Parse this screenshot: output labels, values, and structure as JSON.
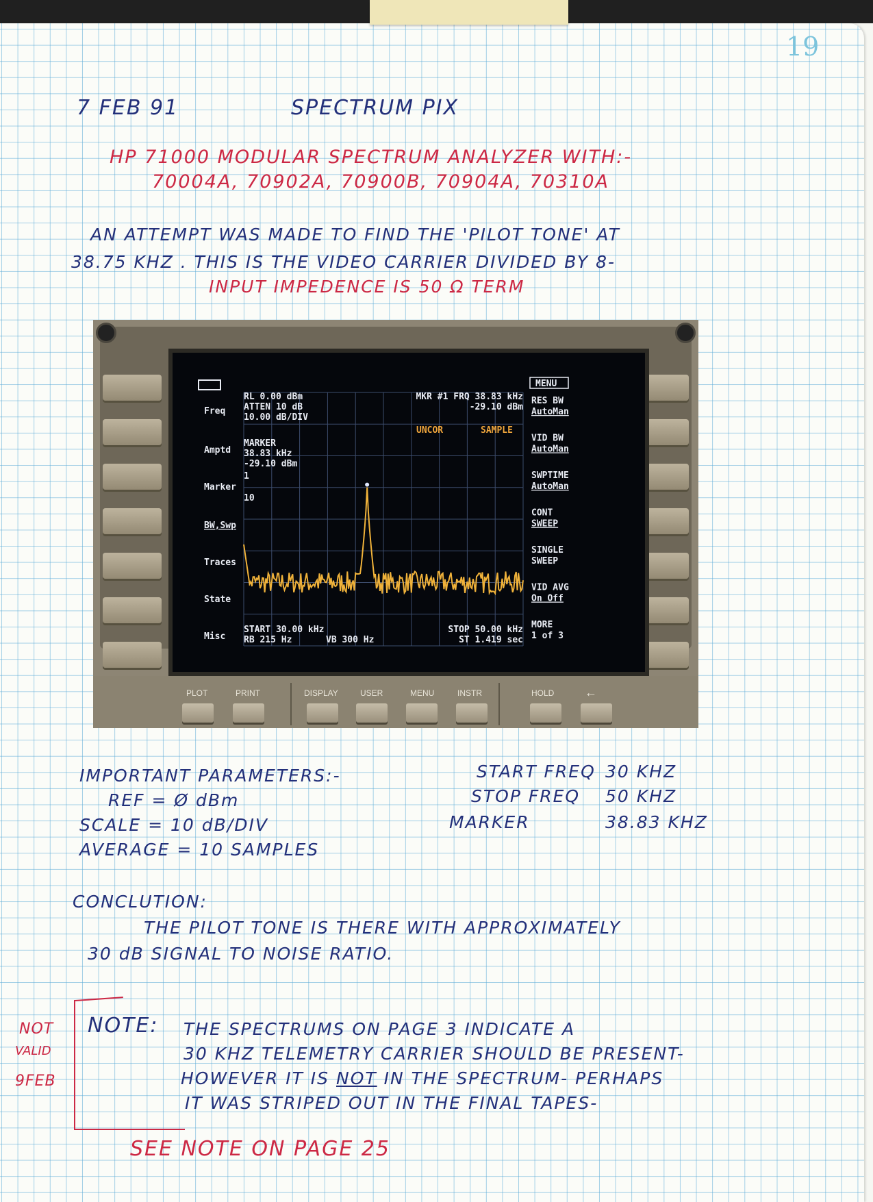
{
  "page_number": "19",
  "header": {
    "date": "7 FEB 91",
    "title": "SPECTRUM PIX"
  },
  "equipment": {
    "line1": "HP 71000 MODULAR SPECTRUM ANALYZER WITH:-",
    "line2": "70004A, 70902A, 70900B, 70904A, 70310A"
  },
  "intro": {
    "line1": "AN ATTEMPT WAS MADE TO FIND THE 'PILOT TONE' AT",
    "line2": "38.75 KHZ . THIS IS THE VIDEO CARRIER DIVIDED BY 8-",
    "line3": "INPUT IMPEDENCE IS 50 Ω TERM"
  },
  "analyzer": {
    "left_menu": [
      "Freq",
      "Amptd",
      "Marker",
      "BW,Swp",
      "Traces",
      "State",
      "Misc"
    ],
    "right_menu": [
      {
        "l1": "RES BW",
        "l2": "AutoMan"
      },
      {
        "l1": "VID BW",
        "l2": "AutoMan"
      },
      {
        "l1": "SWPTIME",
        "l2": "AutoMan"
      },
      {
        "l1": "CONT",
        "l2": "SWEEP"
      },
      {
        "l1": "SINGLE",
        "l2": "SWEEP"
      },
      {
        "l1": "VID AVG",
        "l2": "On Off"
      },
      {
        "l1": "MORE",
        "l2": "1 of 3"
      }
    ],
    "menu_tag": "MENU",
    "rl": "RL 0.00 dBm",
    "atten": "ATTEN 10 dB",
    "scale": "10.00 dB/DIV",
    "mkr_freq": "MKR #1 FRQ 38.83 kHz",
    "mkr_amp": "-29.10 dBm",
    "uncor": "UNCOR",
    "sample": "SAMPLE",
    "marker_label": "MARKER",
    "marker_freq": "38.83 kHz",
    "marker_amp": "-29.10 dBm",
    "marker_num": "1",
    "avg_num": "10",
    "start": "START 30.00 kHz",
    "rb": "RB 215 Hz",
    "vb": "VB 300 Hz",
    "stop": "STOP 50.00 kHz",
    "st": "ST 1.419 sec",
    "hard_keys": [
      "PLOT",
      "PRINT",
      "DISPLAY",
      "USER",
      "MENU",
      "INSTR",
      "HOLD",
      "←"
    ]
  },
  "parameters": {
    "heading": "IMPORTANT PARAMETERS:-",
    "ref": "REF = Ø dBm",
    "scale": "SCALE = 10 dB/DIV",
    "average": "AVERAGE = 10 SAMPLES",
    "start_label": "START FREQ",
    "start_value": "30 KHZ",
    "stop_label": "STOP FREQ",
    "stop_value": "50 KHZ",
    "marker_label": "MARKER",
    "marker_value": "38.83 KHZ"
  },
  "conclusion": {
    "heading": "CONCLUTION:",
    "line1": "THE PILOT TONE IS THERE WITH APPROXIMATELY",
    "line2": "30 dB SIGNAL TO NOISE RATIO."
  },
  "note": {
    "margin1": "NOT",
    "margin2": "VALID",
    "margin3": "9FEB",
    "label": "NOTE:",
    "line1": "THE SPECTRUMS ON PAGE 3 INDICATE A",
    "line2": "30 KHZ TELEMETRY CARRIER SHOULD BE PRESENT-",
    "line3a": "HOWEVER IT IS",
    "line3b": "NOT",
    "line3c": "IN THE SPECTRUM- PERHAPS",
    "line4": "IT WAS STRIPED OUT IN THE FINAL TAPES-",
    "footer": "SEE NOTE ON PAGE 25"
  },
  "colors": {
    "ink_blue": "#23307a",
    "ink_red": "#cc2844",
    "grid": "#5aaad7",
    "trace": "#f0b23a"
  },
  "chart_data": {
    "type": "line",
    "x_start_khz": 30.0,
    "x_stop_khz": 50.0,
    "ref_level_dbm": 0.0,
    "db_per_div": 10.0,
    "peak": {
      "x": 38.83,
      "y": -29.1
    },
    "noise_floor_dbm": -60
  }
}
